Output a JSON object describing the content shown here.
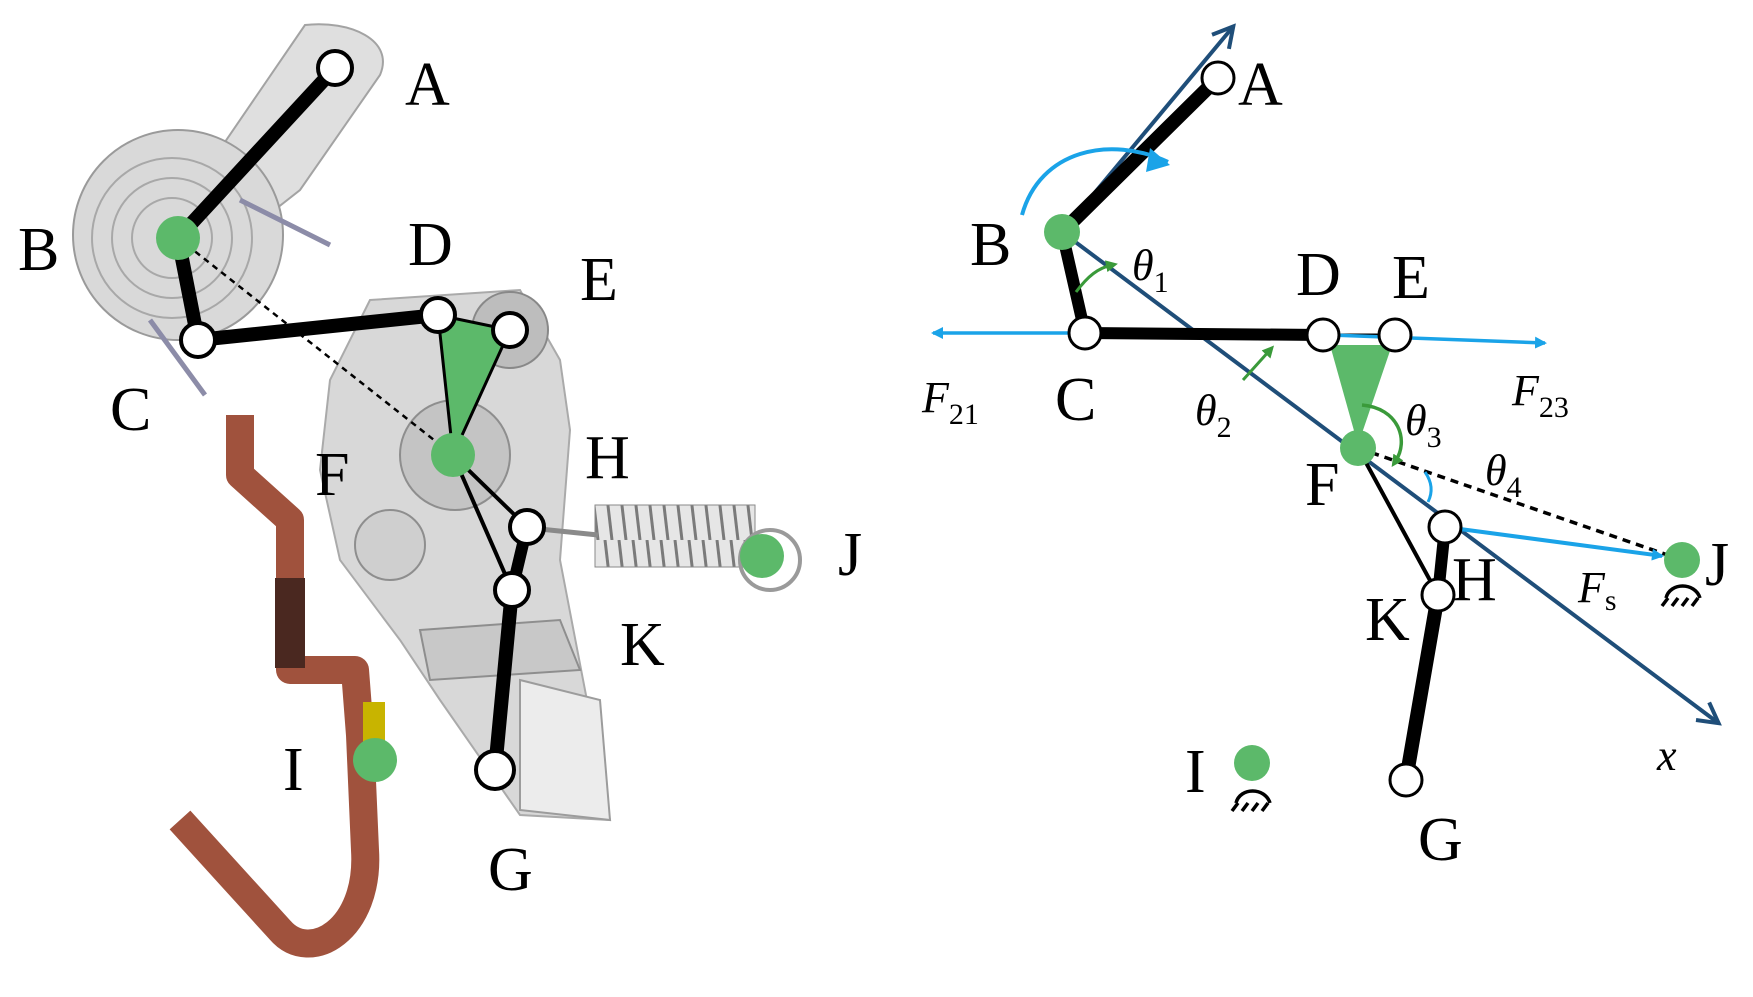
{
  "left_figure": {
    "labels": {
      "A": "A",
      "B": "B",
      "C": "C",
      "D": "D",
      "E": "E",
      "F": "F",
      "H": "H",
      "J": "J",
      "K": "K",
      "I": "I",
      "G": "G"
    }
  },
  "right_figure": {
    "labels": {
      "A": "A",
      "B": "B",
      "C": "C",
      "D": "D",
      "E": "E",
      "F": "F",
      "H": "H",
      "J": "J",
      "K": "K",
      "I": "I",
      "G": "G"
    },
    "symbols": {
      "theta": "θ",
      "theta1_sub": "1",
      "theta2_sub": "2",
      "theta3_sub": "3",
      "theta4_sub": "4",
      "force": "F",
      "f21_sub": "21",
      "f23_sub": "23",
      "fs_sub": "s",
      "axis_x": "x"
    }
  },
  "colors": {
    "link": "#000000",
    "pivot_green": "#5cb96a",
    "force_blue": "#1aa3e8",
    "axis_navy": "#1f4e79",
    "angle_green": "#3a9a3a",
    "busbar": "#a0523d",
    "busbar_dark": "#4a2820",
    "contact_yellow": "#c8b400",
    "housing_gray": "#c8c8c8"
  }
}
